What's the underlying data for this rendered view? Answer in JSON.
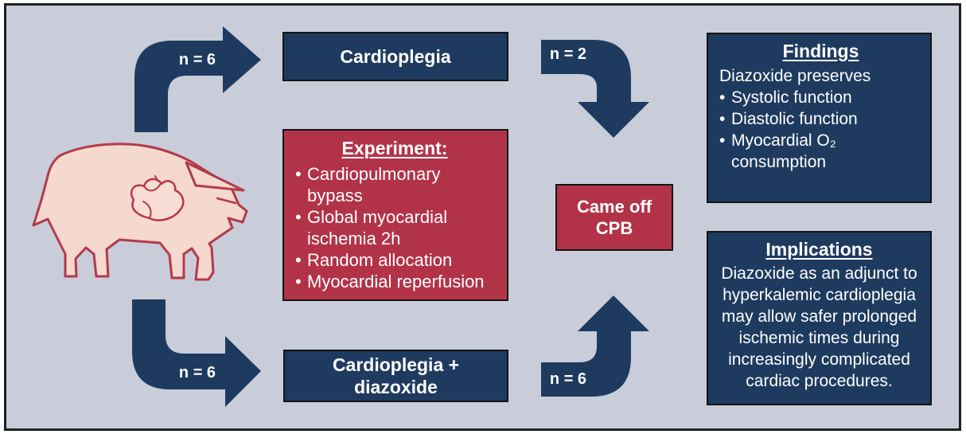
{
  "figure": {
    "background_color": "#c8cdd9",
    "frame_border_color": "#1f2023",
    "navy_color": "#1e3b5f",
    "red_color": "#b23348",
    "text_color": "#ffffff",
    "pig_fill_color": "#f5d8ce",
    "pig_stroke_color": "#b5394a"
  },
  "bullet_char": "•",
  "arrows": {
    "pig_to_cardioplegia": {
      "label": "n = 6"
    },
    "cardioplegia_to_cpb": {
      "label": "n = 2"
    },
    "pig_to_diazoxide": {
      "label": "n = 6"
    },
    "diazoxide_to_cpb": {
      "label": "n = 6"
    }
  },
  "boxes": {
    "cardioplegia": {
      "title": "Cardioplegia"
    },
    "experiment": {
      "title": "Experiment:",
      "bullets": [
        "Cardiopulmonary bypass",
        "Global myocardial ischemia 2h",
        "Random allocation",
        "Myocardial reperfusion"
      ]
    },
    "cardioplegia_diazoxide": {
      "line1": "Cardioplegia +",
      "line2": "diazoxide"
    },
    "came_off_cpb": {
      "line1": "Came off",
      "line2": "CPB"
    },
    "findings": {
      "title": "Findings",
      "intro": "Diazoxide preserves",
      "bullets": [
        "Systolic function",
        "Diastolic function",
        "Myocardial O₂ consumption"
      ]
    },
    "implications": {
      "title": "Implications",
      "body": "Diazoxide as an adjunct to hyperkalemic cardioplegia may allow safer prolonged ischemic times during increasingly complicated cardiac procedures."
    }
  }
}
